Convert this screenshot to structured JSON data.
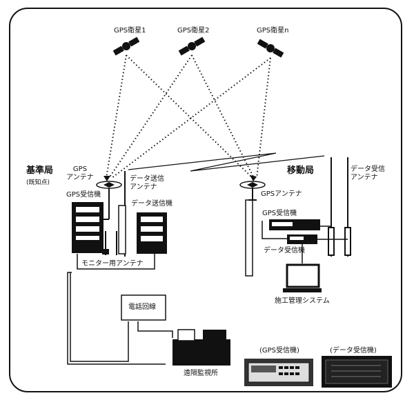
{
  "satellites": {
    "sat1": "GPS衛星1",
    "sat2": "GPS衛星2",
    "satn": "GPS衛星n"
  },
  "base_station": {
    "title": "基準局",
    "subtitle": "(既知点)",
    "gps_antenna": [
      "GPS",
      "アンテナ"
    ],
    "data_tx_antenna": [
      "データ送信",
      "アンテナ"
    ],
    "gps_receiver": "GPS受信機",
    "data_transmitter": "データ送信機",
    "monitor_antenna": "モニター用アンテナ",
    "phone_line": "電話回線",
    "remote_monitoring": "遠隔監視所"
  },
  "mobile_station": {
    "title": "移動局",
    "data_rx_antenna": [
      "データ受信",
      "アンテナ"
    ],
    "gps_antenna": "GPSアンテナ",
    "gps_receiver": "GPS受信機",
    "data_receiver": "データ受信機",
    "construction_system": "施工管理システム"
  },
  "devices": {
    "gps_receiver_caption": "(GPS受信機)",
    "data_receiver_caption": "(データ受信機)"
  }
}
